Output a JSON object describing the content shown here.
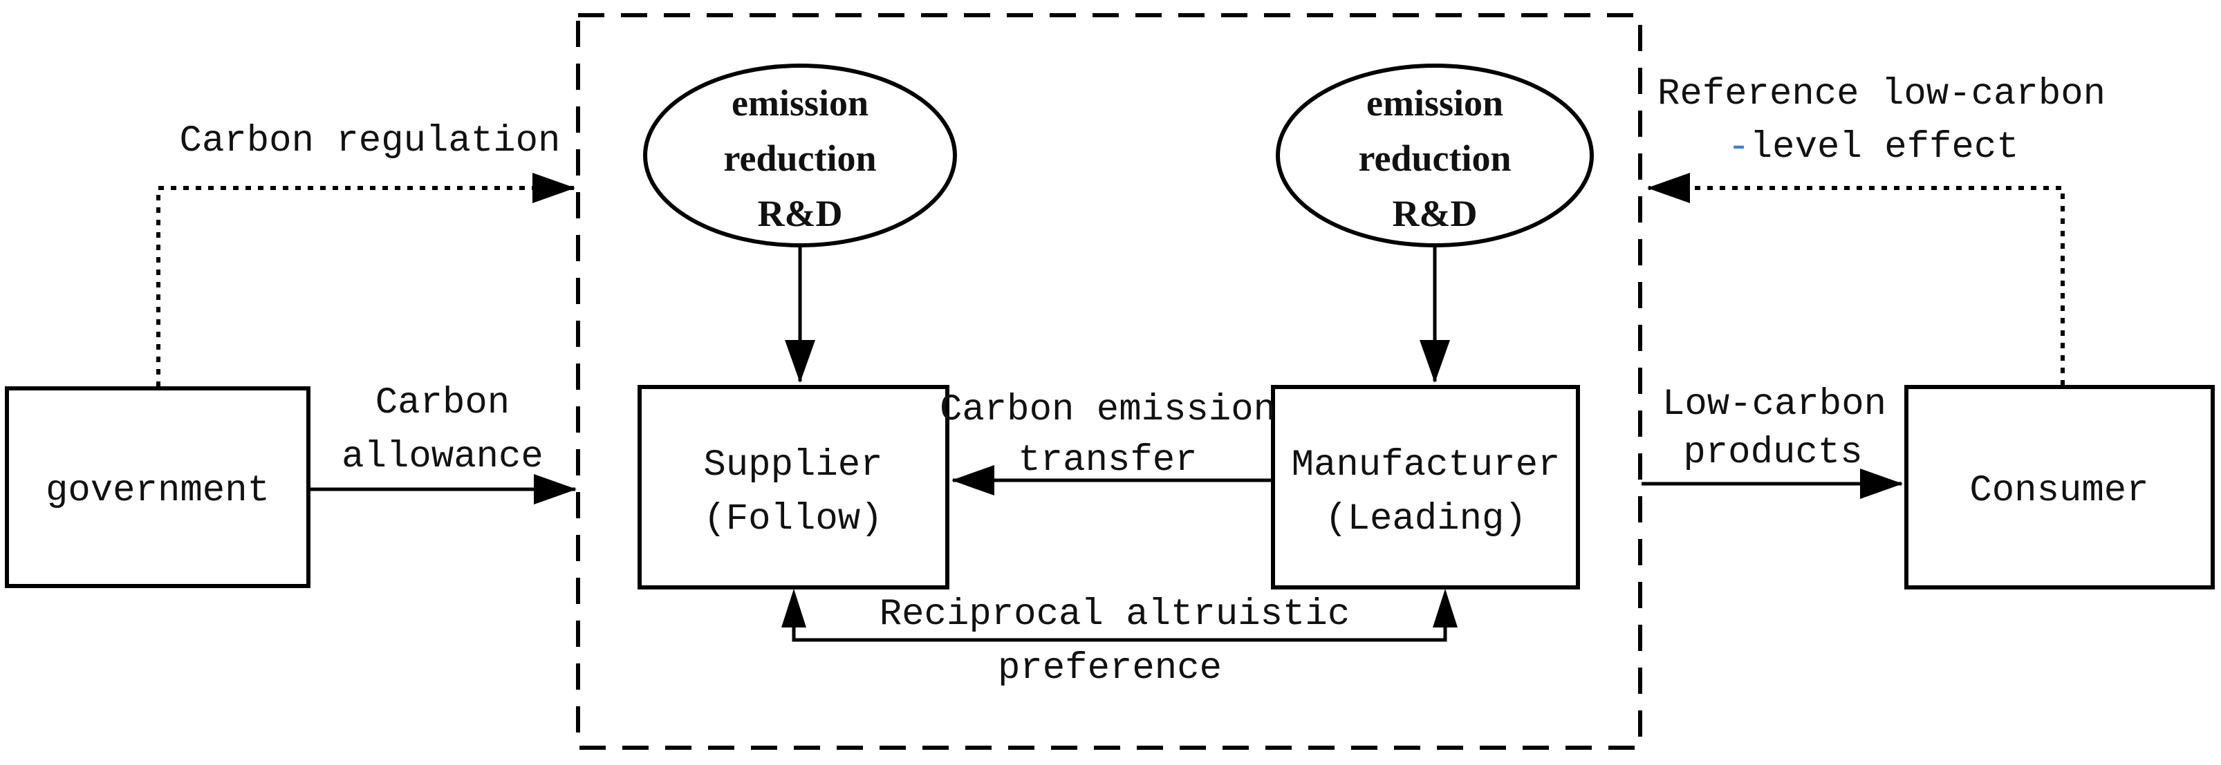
{
  "diagram": {
    "background": "#ffffff",
    "stroke_color": "#000000",
    "accent_blue": "#3b7dd8"
  },
  "nodes": {
    "government": {
      "label": "government"
    },
    "supplier": {
      "line1": "Supplier",
      "line2": "(Follow)"
    },
    "manufacturer": {
      "line1": "Manufacturer",
      "line2": "(Leading)"
    },
    "consumer": {
      "label": "Consumer"
    },
    "supplier_rd_ellipse": {
      "line1": "emission",
      "line2": "reduction",
      "line3": "R&D"
    },
    "manufacturer_rd_ellipse": {
      "line1": "emission",
      "line2": "reduction",
      "line3": "R&D"
    }
  },
  "edges": {
    "carbon_regulation": {
      "label": "Carbon regulation",
      "style": "dotted-arrow"
    },
    "carbon_allowance": {
      "line1": "Carbon",
      "line2": "allowance",
      "style": "solid-arrow"
    },
    "carbon_emission_transfer": {
      "line1": "Carbon emission",
      "line2": "transfer",
      "style": "solid-arrow"
    },
    "reciprocal_altruistic": {
      "line1": "Reciprocal altruistic",
      "line2": "preference",
      "style": "solid-double-arrow"
    },
    "low_carbon_products": {
      "line1": "Low-carbon",
      "line2": "products",
      "style": "solid-arrow"
    },
    "reference_low_carbon": {
      "line1": "Reference low-carbon",
      "hyphen": "-",
      "line2": "level effect",
      "style": "dotted-arrow"
    }
  }
}
